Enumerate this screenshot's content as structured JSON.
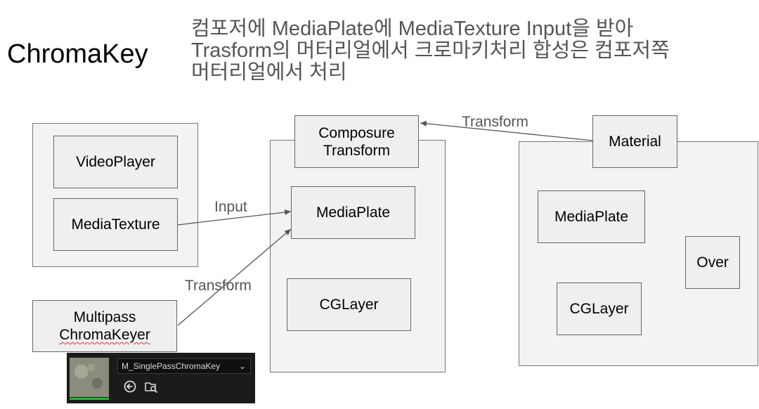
{
  "title": "ChromaKey",
  "note": {
    "lines": [
      "컴포저에 MediaPlate에 MediaTexture Input을 받아",
      "Trasform의 머터리얼에서 크로마키처리 합성은 컴포저쪽",
      "머터리얼에서 처리"
    ]
  },
  "nodes": {
    "video_player": "VideoPlayer",
    "media_texture": "MediaTexture",
    "multipass_line1": "Multipass",
    "multipass_line2": "ChromaKeyer",
    "composure_line1": "Composure",
    "composure_line2": "Transform",
    "media_plate_center": "MediaPlate",
    "cg_layer_center": "CGLayer",
    "material": "Material",
    "media_plate_right": "MediaPlate",
    "cg_layer_right": "CGLayer",
    "over": "Over"
  },
  "edge_labels": {
    "input": "Input",
    "transform_left": "Transform",
    "transform_top": "Transform"
  },
  "asset_panel": {
    "asset_name": "M_SinglePassChromaKey",
    "icons": [
      "browse-back-icon",
      "find-in-browser-icon"
    ]
  },
  "colors": {
    "panel_bg": "#f3f3f3",
    "box_bg": "#efefef",
    "arrow": "#555555",
    "asset_panel_bg": "#1b1b1b",
    "thumb_bar": "#27b83a"
  }
}
